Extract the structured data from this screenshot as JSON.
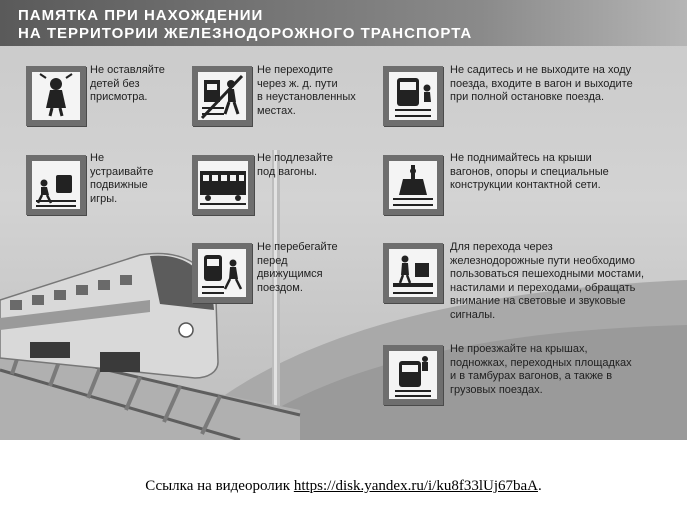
{
  "poster": {
    "title_line1": "ПАМЯТКА ПРИ НАХОЖДЕНИИ",
    "title_line2": "НА ТЕРРИТОРИИ ЖЕЛЕЗНОДОРОЖНОГО ТРАНСПОРТА",
    "rules": [
      {
        "id": "children",
        "icon": "child-alone-icon",
        "lines": [
          "Не оставляйте",
          "детей без",
          "присмотра."
        ]
      },
      {
        "id": "crossing",
        "icon": "no-crossing-tracks-icon",
        "lines": [
          "Не переходите",
          "через ж. д. пути",
          "в неустановленных",
          "местах."
        ]
      },
      {
        "id": "boarding",
        "icon": "no-boarding-moving-train-icon",
        "lines": [
          "Не садитесь и не выходите на ходу",
          "поезда, входите в вагон и выходите",
          "при полной остановке поезда."
        ]
      },
      {
        "id": "games",
        "icon": "no-games-icon",
        "lines": [
          "Не",
          "устраивайте",
          "подвижные",
          "игры."
        ]
      },
      {
        "id": "under-wagons",
        "icon": "no-crawling-under-wagons-icon",
        "lines": [
          "Не подлезайте",
          "под вагоны."
        ]
      },
      {
        "id": "roofs-climb",
        "icon": "no-climbing-icon",
        "lines": [
          "Не поднимайтесь на крыши",
          "вагонов, опоры и специальные",
          "конструкции контактной сети."
        ]
      },
      {
        "id": "running",
        "icon": "no-running-before-train-icon",
        "lines": [
          "Не перебегайте",
          "перед",
          "движущимся",
          "поездом."
        ]
      },
      {
        "id": "bridges",
        "icon": "pedestrian-bridge-icon",
        "lines": [
          "Для перехода через",
          "железнодорожные пути необходимо",
          "пользоваться пешеходными мостами,",
          "настилами и переходами, обращать",
          "внимание на световые и звуковые",
          "сигналы."
        ]
      },
      {
        "id": "riding",
        "icon": "no-riding-outside-icon",
        "lines": [
          "Не проезжайте на крышах,",
          "подножках, переходных площадках",
          "и в тамбурах вагонов, а также в",
          "грузовых поездах."
        ]
      }
    ]
  },
  "caption": {
    "prefix": "Ссылка на видеоролик ",
    "link_text": "https://disk.yandex.ru/i/ku8f33lUj67baA",
    "suffix": "."
  }
}
